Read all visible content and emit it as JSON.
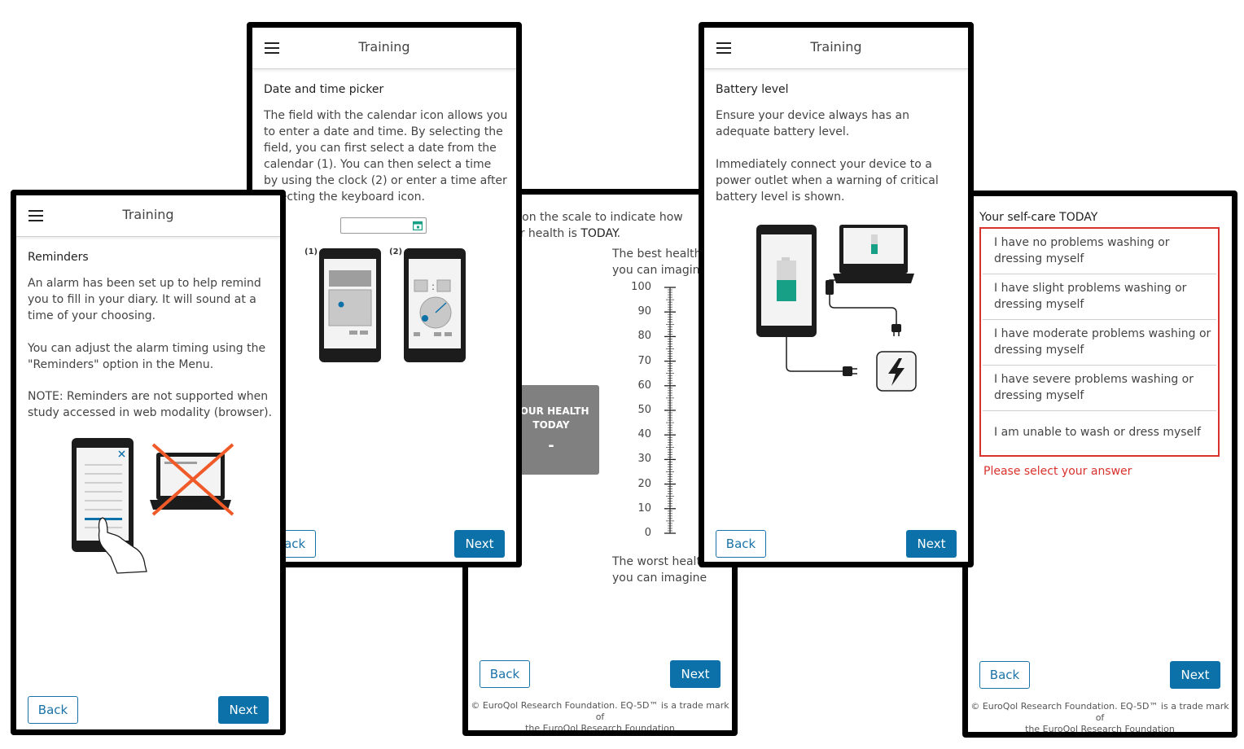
{
  "screens": {
    "reminders": {
      "title": "Training",
      "heading": "Reminders",
      "p1": "An alarm has been set up to help remind you to fill in your diary. It will sound at a time of your choosing.",
      "p2": "You can adjust the alarm timing using the \"Reminders\" option in the Menu.",
      "p3": "NOTE: Reminders are not supported when study accessed in web modality (browser).",
      "back": "Back",
      "next": "Next"
    },
    "datetime": {
      "title": "Training",
      "heading": "Date and time picker",
      "p1": "The field with the calendar icon allows you to enter a date and time. By selecting the field, you can first select a date from the calendar (1). You can then select a time by using the clock (2) or enter a time after selecting the keyboard icon.",
      "label1": "(1)",
      "label2": "(2)",
      "back": "Back",
      "next": "Next"
    },
    "vas": {
      "instruction_1": "Tap on the scale to indicate how",
      "instruction_2": "your health is",
      "instruction_em": "TODAY",
      "instruction_end": ".",
      "best_1": "The best health",
      "best_2": "you can imagine",
      "worst_1": "The worst health",
      "worst_2": "you can imagine",
      "box_label_1": "YOUR HEALTH",
      "box_label_2": "TODAY",
      "box_value": "-",
      "scale_labels": [
        "100",
        "90",
        "80",
        "70",
        "60",
        "50",
        "40",
        "30",
        "20",
        "10",
        "0"
      ],
      "back": "Back",
      "next": "Next",
      "footer_1": "© EuroQol Research Foundation. EQ-5D™ is a trade mark of",
      "footer_2": "the EuroQol Research Foundation"
    },
    "battery": {
      "title": "Training",
      "heading": "Battery level",
      "p1": "Ensure your device always has an adequate battery level.",
      "p2": "Immediately connect your device to a power outlet when a warning of critical battery level is shown.",
      "back": "Back",
      "next": "Next"
    },
    "selfcare": {
      "heading": "Your self-care TODAY",
      "options": [
        "I have no problems washing or dressing myself",
        "I have slight problems washing or dressing myself",
        "I have moderate problems washing or dressing myself",
        "I have severe problems washing or dressing myself",
        "I am unable to wash or dress myself"
      ],
      "error": "Please select your answer",
      "back": "Back",
      "next": "Next",
      "footer_1": "© EuroQol Research Foundation. EQ-5D™ is a trade mark of",
      "footer_2": "the EuroQol Research Foundation"
    }
  },
  "colors": {
    "accent": "#0c71a8",
    "error": "#d9312b",
    "teal": "#17a085",
    "grey_box": "#808080"
  },
  "icons": [
    "menu-icon",
    "calendar-icon",
    "lightning-icon",
    "close-icon",
    "plug-icon"
  ]
}
